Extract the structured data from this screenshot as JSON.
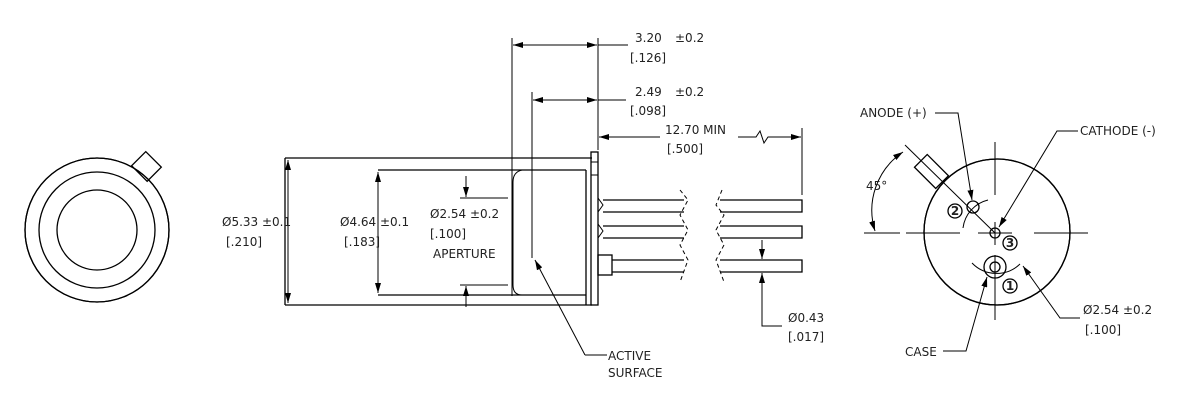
{
  "side_view": {
    "dim_outer": {
      "value": "Ø5.33 ±0.1",
      "inch": "[.210]"
    },
    "dim_inner": {
      "value": "Ø4.64 ±0.1",
      "inch": "[.183]"
    },
    "dim_aperture": {
      "value": "Ø2.54 ±0.2",
      "inch": "[.100]",
      "label": "APERTURE"
    },
    "dim_depth_total": {
      "value": "3.20",
      "tol": "±0.2",
      "inch": "[.126]"
    },
    "dim_depth_active": {
      "value": "2.49",
      "tol": "±0.2",
      "inch": "[.098]"
    },
    "dim_lead_length": {
      "value": "12.70 MIN",
      "inch": "[.500]"
    },
    "dim_lead_dia": {
      "value": "Ø0.43",
      "inch": "[.017]"
    },
    "active_surface": {
      "line1": "ACTIVE",
      "line2": "SURFACE"
    }
  },
  "pin_view": {
    "anode": "ANODE (+)",
    "cathode": "CATHODE (-)",
    "case": "CASE",
    "angle": "45°",
    "pin_circle": {
      "value": "Ø2.54 ±0.2",
      "inch": "[.100]"
    },
    "pins": [
      "1",
      "2",
      "3"
    ]
  }
}
